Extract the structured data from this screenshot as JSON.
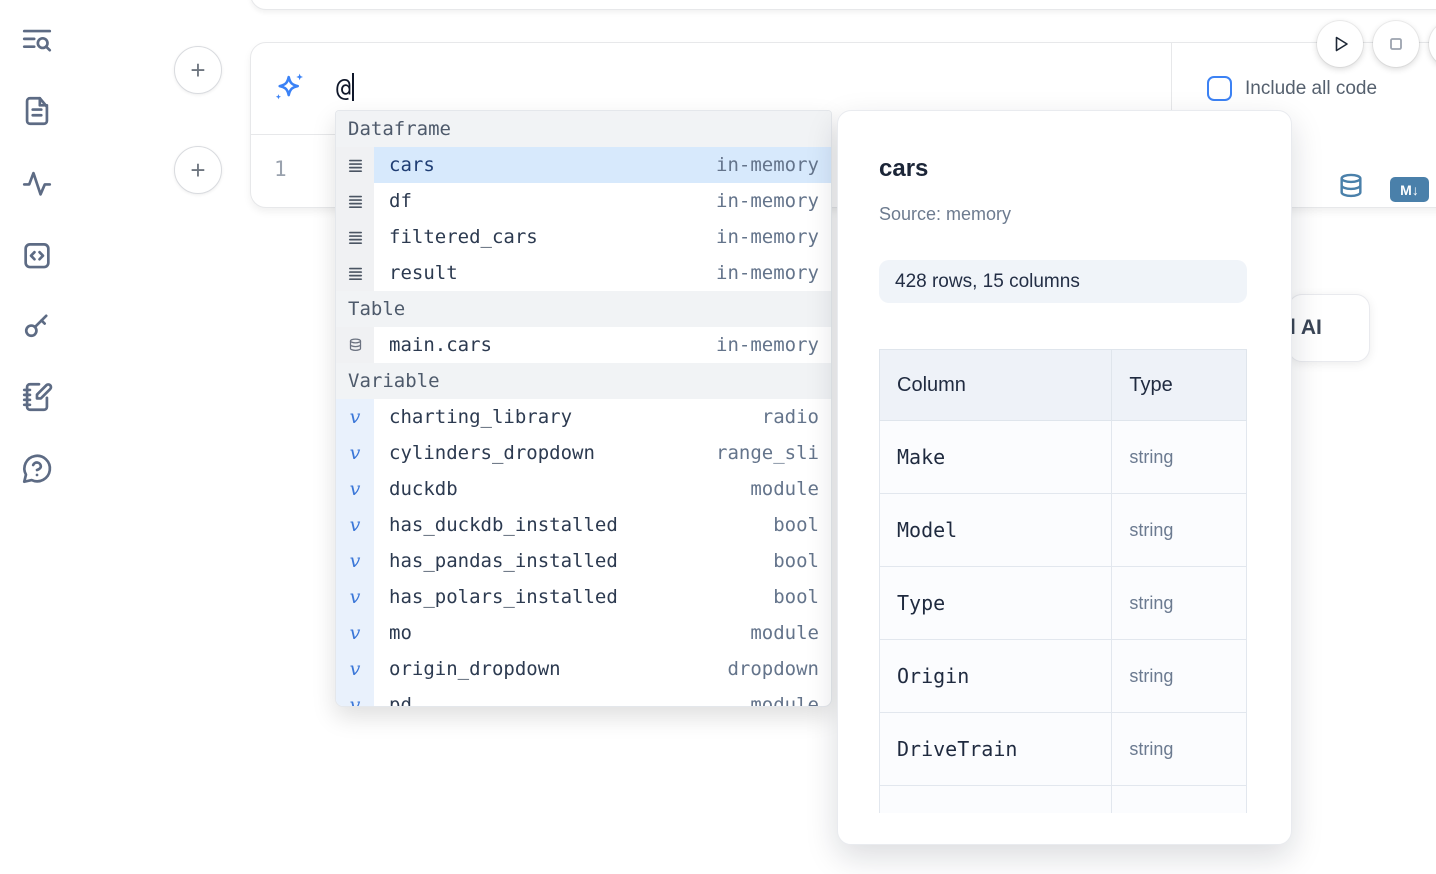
{
  "colors": {
    "accent_blue": "#3b82f6",
    "steel_blue": "#4a80aa",
    "selection_highlight": "#d7e9fc",
    "sidebar_icon": "#5d6b84"
  },
  "sidebar": {
    "icons": [
      {
        "name": "search-text-icon"
      },
      {
        "name": "document-icon"
      },
      {
        "name": "activity-icon"
      },
      {
        "name": "code-snippet-icon"
      },
      {
        "name": "key-icon"
      },
      {
        "name": "notebook-pen-icon"
      },
      {
        "name": "help-chat-icon"
      }
    ]
  },
  "toolbar": {
    "run_icon": "play-icon",
    "stop_icon": "stop-icon"
  },
  "ai_cell": {
    "sparkle_icon": "sparkles-icon",
    "prompt_value": "@",
    "include_all_code_label": "Include all code"
  },
  "code_cell": {
    "line_number": "1",
    "database_icon": "database-icon",
    "markdown_badge_label": "M↓"
  },
  "overflow_button": {
    "visible_label": "l AI"
  },
  "autocomplete": {
    "sections": [
      {
        "label": "Dataframe",
        "icon": "rows-icon",
        "gutter": "gray",
        "items": [
          {
            "name": "cars",
            "type": "in-memory",
            "selected": true
          },
          {
            "name": "df",
            "type": "in-memory"
          },
          {
            "name": "filtered_cars",
            "type": "in-memory"
          },
          {
            "name": "result",
            "type": "in-memory"
          }
        ]
      },
      {
        "label": "Table",
        "icon": "database-icon",
        "gutter": "gray",
        "items": [
          {
            "name": "main.cars",
            "type": "in-memory"
          }
        ]
      },
      {
        "label": "Variable",
        "icon": "variable-icon",
        "gutter": "blue",
        "items": [
          {
            "name": "charting_library",
            "type": "radio"
          },
          {
            "name": "cylinders_dropdown",
            "type": "range_sli"
          },
          {
            "name": "duckdb",
            "type": "module"
          },
          {
            "name": "has_duckdb_installed",
            "type": "bool"
          },
          {
            "name": "has_pandas_installed",
            "type": "bool"
          },
          {
            "name": "has_polars_installed",
            "type": "bool"
          },
          {
            "name": "mo",
            "type": "module"
          },
          {
            "name": "origin_dropdown",
            "type": "dropdown"
          },
          {
            "name": "pd",
            "type": "module",
            "partial": true
          }
        ]
      }
    ]
  },
  "preview": {
    "title": "cars",
    "source": "Source: memory",
    "shape": "428 rows, 15 columns",
    "table": {
      "headers": [
        "Column",
        "Type"
      ],
      "rows": [
        [
          "Make",
          "string"
        ],
        [
          "Model",
          "string"
        ],
        [
          "Type",
          "string"
        ],
        [
          "Origin",
          "string"
        ],
        [
          "DriveTrain",
          "string"
        ]
      ],
      "clipped_row": true
    }
  }
}
